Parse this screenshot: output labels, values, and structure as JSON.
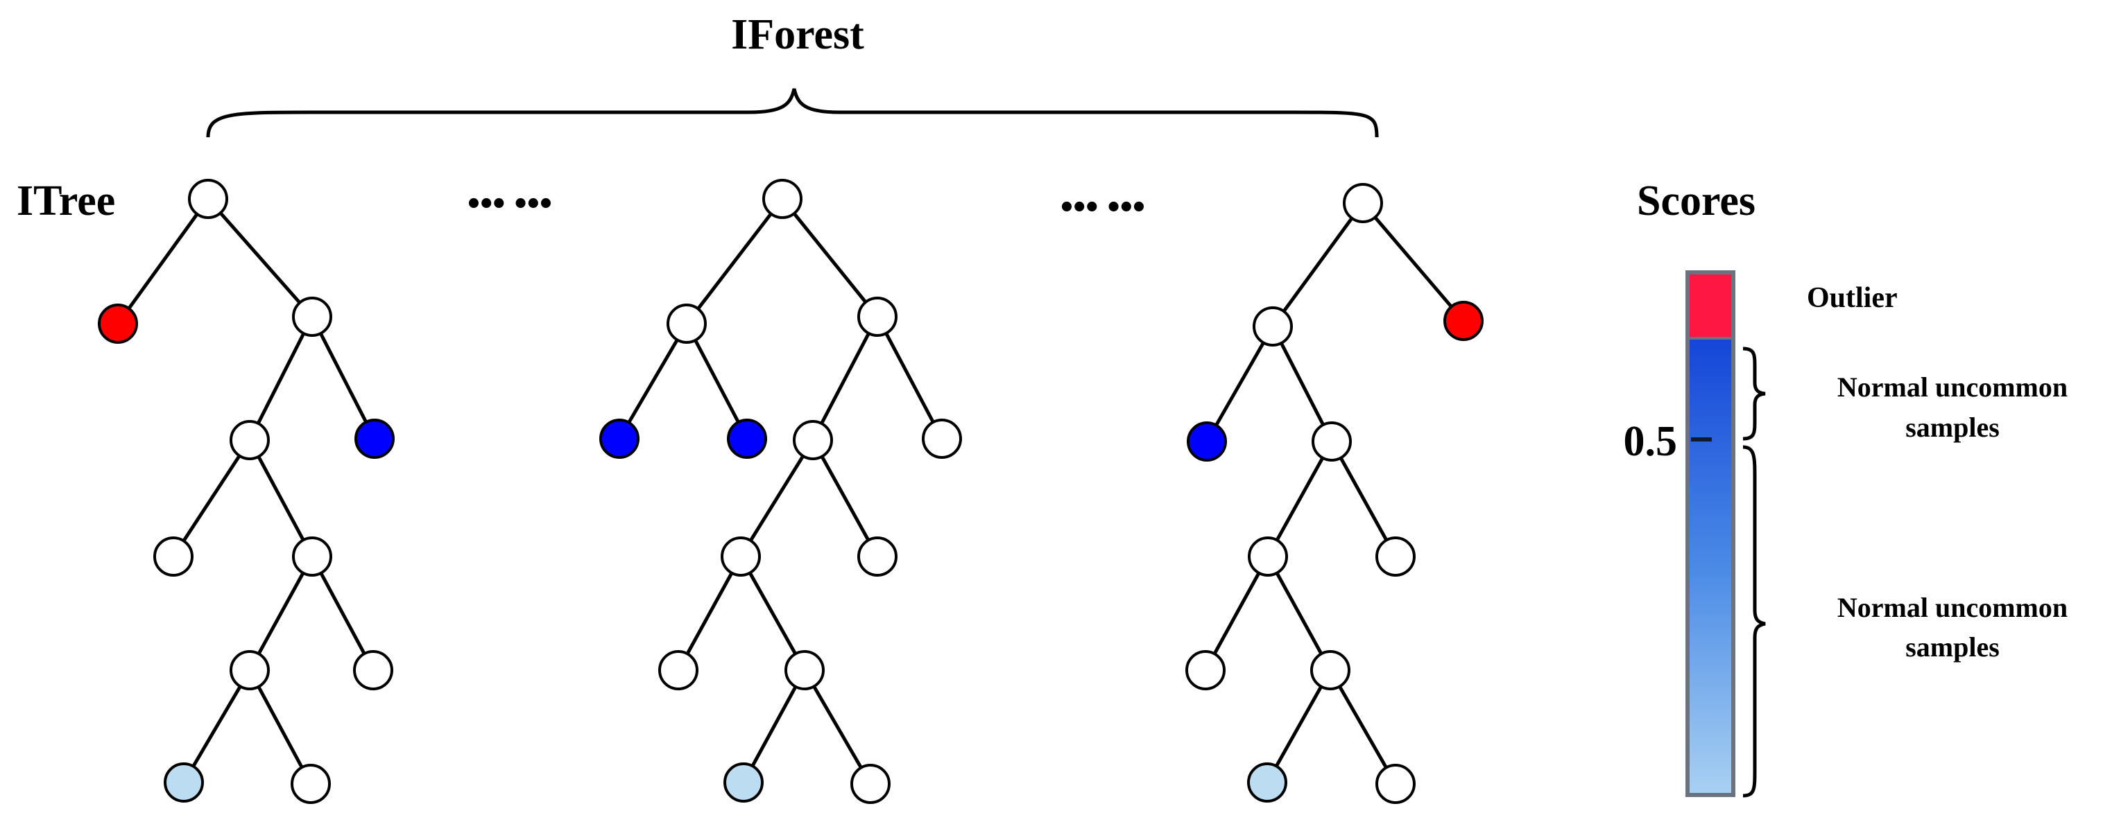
{
  "title": "IForest",
  "tree_label": "ITree",
  "ellipsis": [
    "••• •••",
    "••• •••"
  ],
  "scores": {
    "title": "Scores",
    "mid_tick": "0.5",
    "labels": {
      "outlier": "Outlier",
      "upper_line1": "Normal uncommon",
      "upper_line2": "samples",
      "lower_line1": "Normal uncommon",
      "lower_line2": "samples"
    }
  },
  "colors": {
    "outlier": "#ff0000",
    "normal": "#0000ff",
    "deep": "#bcdcf2",
    "internal": "#ffffff",
    "outlier_text": "#e8001c",
    "bar_top": "#ff1744",
    "bar_blue_dark": "#1446d8",
    "bar_blue_light": "#a8d0f2"
  }
}
